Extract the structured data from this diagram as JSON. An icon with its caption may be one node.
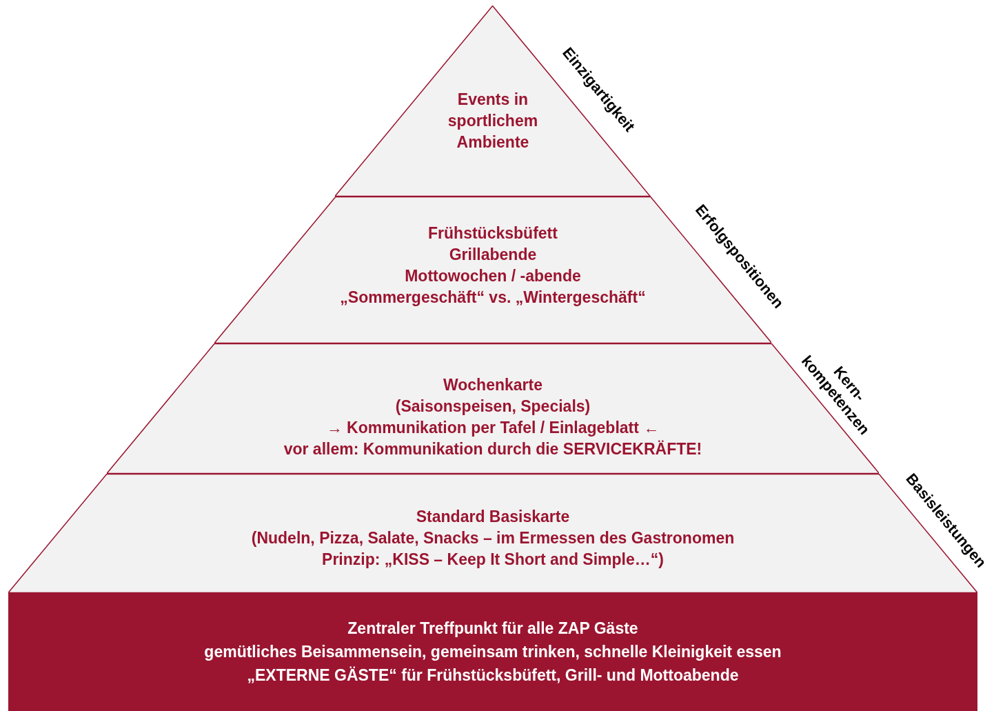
{
  "diagram": {
    "nodes": [
      {
        "text": [
          "Events in sportlichem Ambiente"
        ]
      },
      {
        "text": [
          "Frühstücksbüfett",
          "Grillabende",
          "Mottowochen / -abende",
          "„Sommergeschäft“ vs. „Wintergeschäft“"
        ]
      },
      {
        "text": [
          "Wochenkarte",
          "(Saisonspeisen, Specials)",
          "→ Kommunikation per Tafel / Einlageblatt ←",
          "vor allem: Kommunikation durch die SERVICEKRÄFTE!"
        ]
      },
      {
        "text": [
          "Standard Basiskarte",
          "(Nudeln, Pizza, Salate, Snacks – im Ermessen des Gastronomen",
          "Prinzip: „KISS – Keep It Short and Simple…“)"
        ]
      },
      {
        "text": [
          "Zentraler Treffpunkt für alle ZAP Gäste",
          "gemütliches Beisammensein, gemeinsam trinken, schnelle Kleinigkeit essen",
          "„EXTERNE GÄSTE“ für Frühstücksbüfett, Grill- und Mottoabende"
        ]
      }
    ],
    "labels": [
      "Einzigartigkeit",
      "Erfolgspositionen",
      "Kern- kompetenzen",
      "Basisleistungen"
    ]
  }
}
